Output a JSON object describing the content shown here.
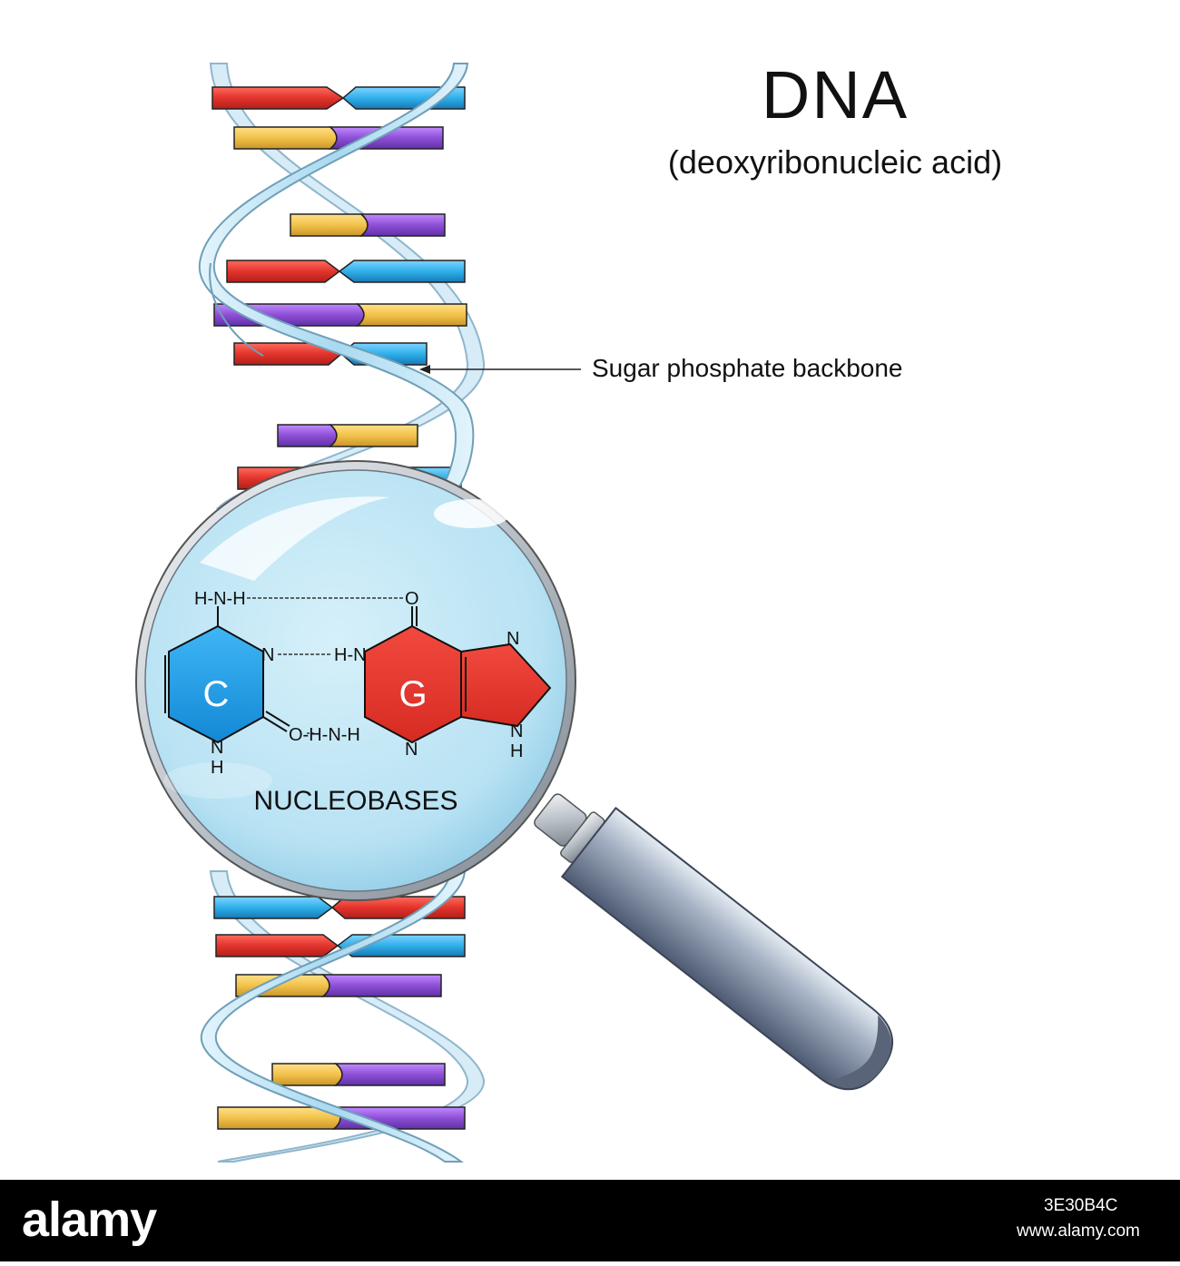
{
  "title": "DNA",
  "subtitle": "(deoxyribonucleic acid)",
  "labels": {
    "backbone": "Sugar phosphate backbone",
    "nucleobases": "NUCLEOBASES"
  },
  "bases": {
    "cytosine_letter": "C",
    "guanine_letter": "G"
  },
  "chem": {
    "c_amine": "H-N-H",
    "g_oxygen": "O",
    "c_ring_n": "N",
    "g_nh": "H-N",
    "c_carbonyl": "O-H-N-H",
    "c_bottom_n": "N",
    "c_bottom_h": "H",
    "g_bottom_n": "N",
    "g_five_n_top": "N",
    "g_five_n_bottom": "N",
    "g_five_h": "H"
  },
  "colors": {
    "cytosine": "#1e9fe6",
    "guanine": "#e8382e",
    "adenine": "#f2c24a",
    "thymine": "#8e4fd6",
    "red_base": "#e33b3b",
    "blue_base": "#2fb0ea",
    "backbone": "#bfe3f5",
    "lens": "#bfe6f4"
  },
  "footer": {
    "logo": "alamy",
    "image_id": "3E30B4C",
    "site": "www.alamy.com"
  }
}
